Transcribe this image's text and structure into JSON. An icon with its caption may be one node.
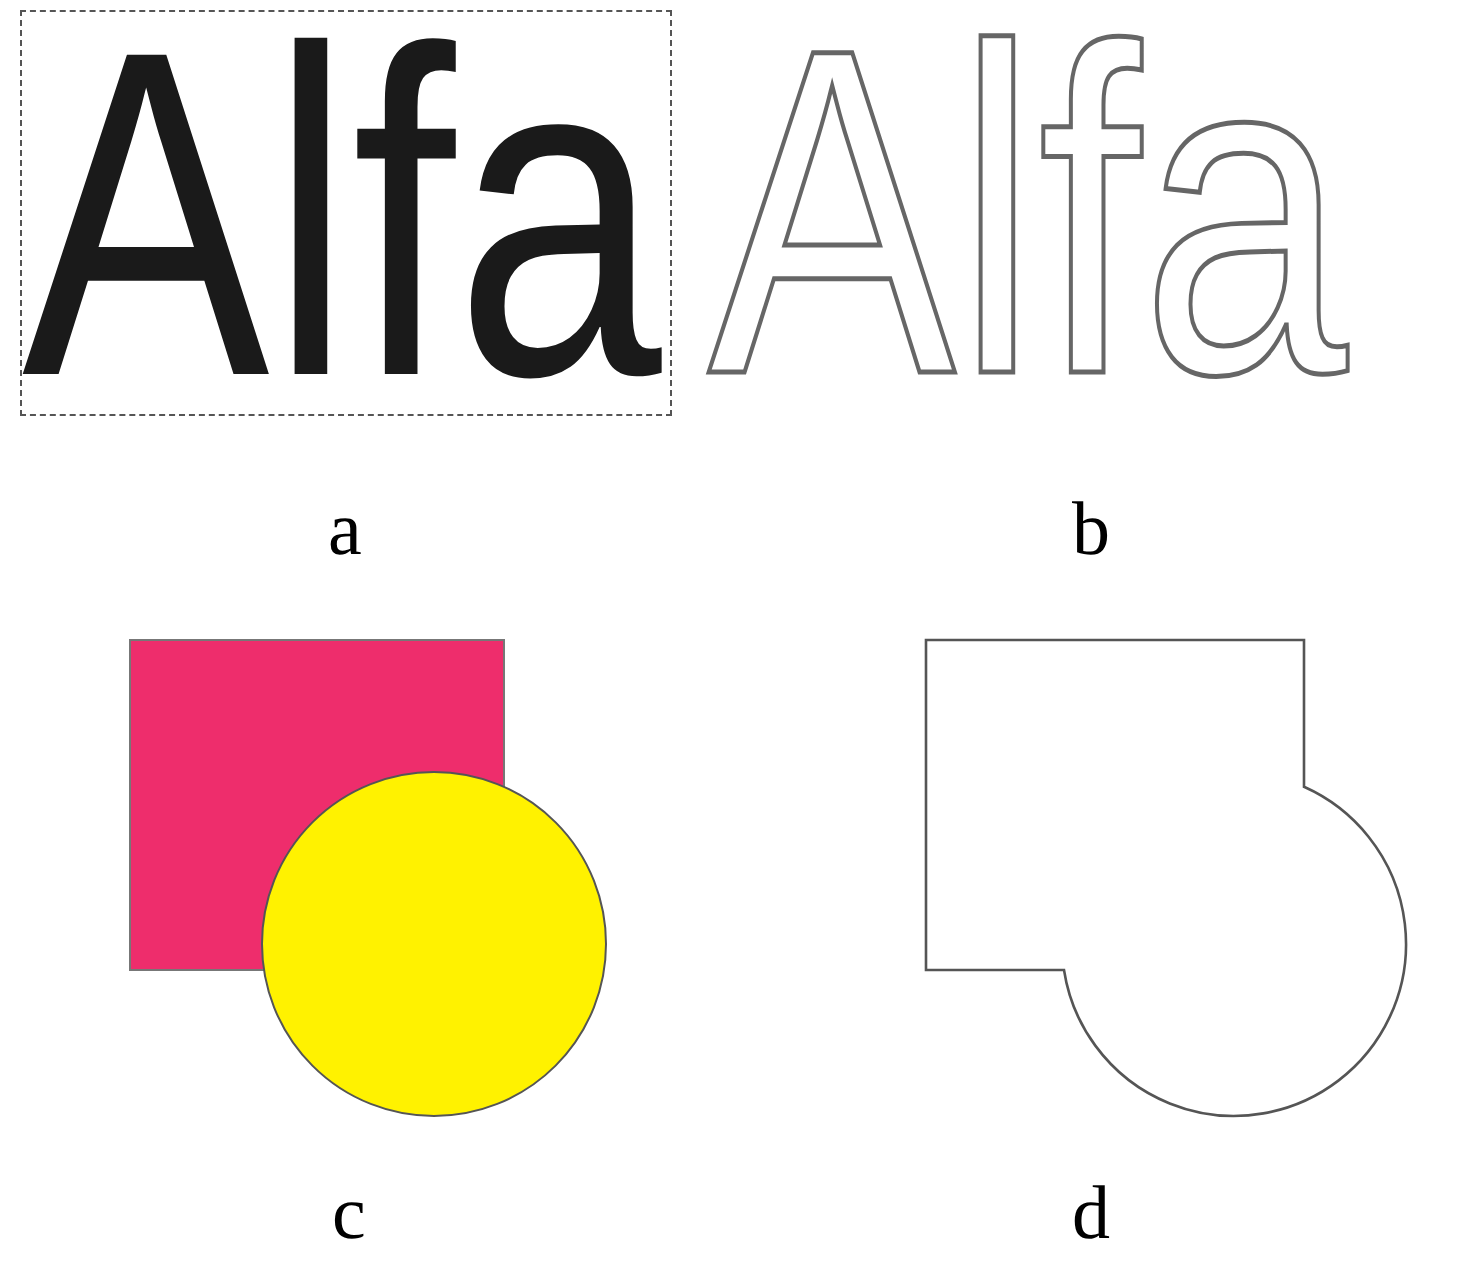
{
  "diagram": {
    "nodes": [
      {
        "text": [
          "Alfa"
        ]
      }
    ],
    "labels": [
      "Alfa",
      "a",
      "b",
      "c",
      "d"
    ]
  }
}
